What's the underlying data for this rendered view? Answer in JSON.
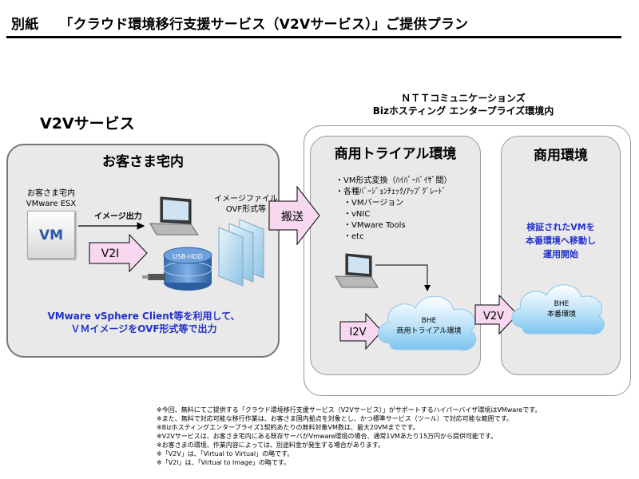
{
  "header": {
    "prefix": "別紙",
    "title": "「クラウド環境移行支援サービス（V2Vサービス）」ご提供プラン"
  },
  "ntt": {
    "company": "ＮＴＴコミュニケーションズ",
    "platform": "Bizホスティング エンタープライズ環境内"
  },
  "service_label": "V2Vサービス",
  "customer": {
    "title": "お客さま宅内",
    "esx_label_line1": "お客さま宅内",
    "esx_label_line2": "VMware ESX",
    "vm_box": "VM",
    "export_label": "イメージ出力",
    "ovf_label_line1": "イメージファイル",
    "ovf_label_line2": "OVF形式等",
    "usb_label": "USB-HDD",
    "v2i_label": "V2I",
    "transport_label": "搬送",
    "description_line1": "VMware vSphere Client等を利用して、",
    "description_line2": "ＶＭイメージをOVF形式等で出力"
  },
  "trial": {
    "title": "商用トライアル環境",
    "features": [
      "・VM形式変換（ﾊｲﾊﾟｰﾊﾞｲｻﾞ間）",
      "・各種ﾊﾞｰｼﾞｮﾝﾁｪｯｸ/ｱｯﾌﾟｸﾞﾚｰﾄﾞ",
      "　・VMバージョン",
      "　・vNIC",
      "　・VMware Tools",
      "　・etc"
    ],
    "i2v_label": "I2V",
    "cloud_line1": "BHE",
    "cloud_line2": "商用トライアル環境"
  },
  "production": {
    "title": "商用環境",
    "description_line1": "検証されたVMを",
    "description_line2": "本番環境へ移動し",
    "description_line3": "運用開始",
    "v2v_label": "V2V",
    "cloud_line1": "BHE",
    "cloud_line2": "本番環境"
  },
  "footnotes": [
    "※今回、無料にてご提供する「クラウド環境移行支援サービス（V2Vサービス）」がサポートするハイパーバイザ環境はVMwareです。",
    "※また、無料で対応可能な移行作業は、お客さま国内拠点を対象とし、かつ標準サービス（ツール）で対応可能な範囲です。",
    "※Bizホスティングエンタープライズ1契約あたりの無料対象VM数は、最大20VMまでです。",
    "※V2Vサービスは、お客さま宅内にある既存サーバがVmware環境の場合、通常1VMあたり15万円から提供可能です。",
    "※お客さまの環境、作業内容によっては、別途料金が発生する場合があります。",
    "※「V2V」は、「Virtual to Virtual」の略です。",
    "※「V2I」は、「Virtual to Image」の略です。"
  ],
  "colors": {
    "arrow_fill": "#f8d8f0",
    "panel_gray": "#e9e9e9",
    "cloud_blue": "#9fd3f2",
    "text_blue": "#2331c8",
    "vm_blue": "#2a55b0"
  }
}
